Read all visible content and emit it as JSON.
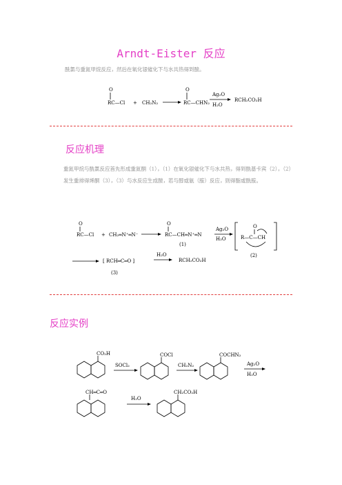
{
  "title": "Arndt-Eister 反应",
  "intro": "酰氯与重氮甲烷反应，然后在氧化银催化下与水共热得到酸。",
  "sections": {
    "mechanism": {
      "heading": "反应机理",
      "text": "重氮甲烷与酰氯反应首先形成重氮酮（1），（1）在氧化银催化下与水共热，得到酰基卡宾（2），（2）发生重排得烯酮（3），（3）与水反应生成酸，若与醇或氨（胺）反应，则得酯或酰胺。"
    },
    "example": {
      "heading": "反应实例"
    }
  },
  "scheme1": {
    "o_top1": "O",
    "rc_cl": "RC—Cl",
    "plus": "+",
    "ch2n2": "CH₂N₂",
    "o_top2": "O",
    "rc_chn2": "RC—CHN₂",
    "ag2o": "Ag₂O",
    "h2o": "H₂O",
    "product": "RCH₂CO₂H"
  },
  "scheme2": {
    "o1": "O",
    "rc_cl": "RC—Cl",
    "plus": "+",
    "diazo": "CH₂═N⁺═N⁻",
    "o2": "O",
    "intermediate1": "RC—CH═N⁺═N",
    "label1": "(1)",
    "ag2o": "Ag₂O",
    "h2o": "H₂O",
    "carbene_o": "O",
    "carbene": "R—C—CH",
    "label2": "(2)",
    "ketene": "[ RCH═C═O ]",
    "label3": "(3)",
    "h2o_2": "H₂O",
    "product": "RCH₂CO₂H"
  },
  "scheme3": {
    "sub1": "CO₂H",
    "reagent1": "SOCl₂",
    "sub2": "COCl",
    "reagent2": "CH₂N₂",
    "sub3": "COCHN₂",
    "ag2o": "Ag₂O",
    "h2o": "H₂O",
    "sub4": "CH═C═O",
    "reagent4": "H₂O",
    "sub5": "CH₂CO₂H"
  }
}
